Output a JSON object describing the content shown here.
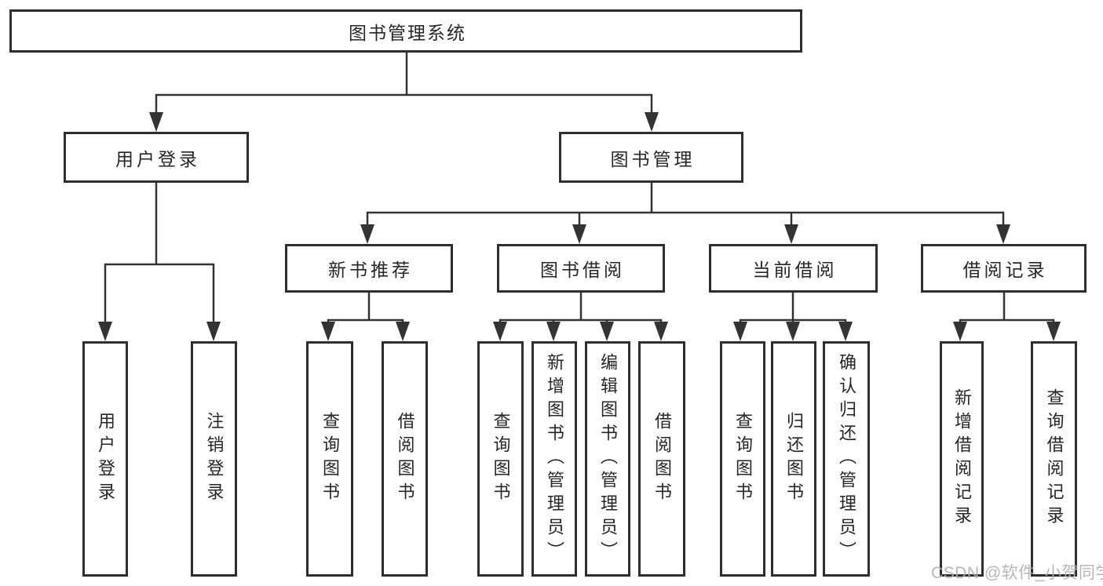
{
  "tree": {
    "root": "图书管理系统",
    "user_login": {
      "label": "用户登录",
      "children": {
        "login": "用户登录",
        "logout": "注销登录"
      }
    },
    "book_mgmt": {
      "label": "图书管理",
      "children": {
        "new_book_rec": {
          "label": "新书推荐",
          "children": {
            "query_books": "查询图书",
            "borrow_books": "借阅图书"
          }
        },
        "book_borrow": {
          "label": "图书借阅",
          "children": {
            "query_books": "查询图书",
            "add_books": "新增图书（管理员）",
            "edit_books": "编辑图书（管理员）",
            "borrow_books": "借阅图书"
          }
        },
        "current_borrow": {
          "label": "当前借阅",
          "children": {
            "query_books": "查询图书",
            "return_books": "归还图书",
            "confirm_return": "确认归还（管理员）"
          }
        },
        "borrow_records": {
          "label": "借阅记录",
          "children": {
            "add_record": "新增借阅记录",
            "query_record": "查询借阅记录"
          }
        }
      }
    }
  },
  "watermark": {
    "text": "CSDN @软件_小贺同学",
    "color": "#b0b0b0"
  },
  "colors": {
    "line": "#333333",
    "box_border": "#2e2e2e",
    "box_background": "#ffffff",
    "text": "#262626",
    "page_background": "#ffffff"
  }
}
